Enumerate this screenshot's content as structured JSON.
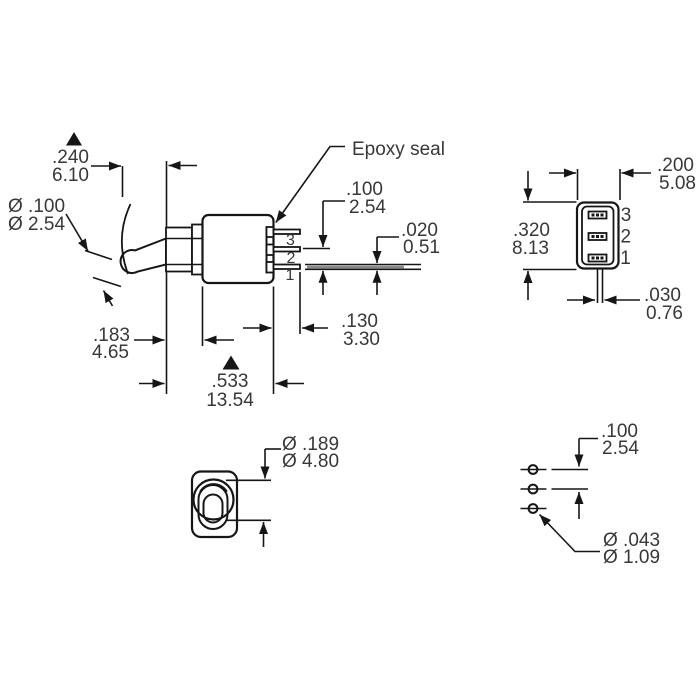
{
  "colors": {
    "line": "#161616",
    "text": "#383838",
    "background": "#ffffff",
    "pcb_strip": "#8a8a8a"
  },
  "labels": {
    "epoxy_seal": "Epoxy seal"
  },
  "dims": {
    "travel": {
      "in": ".240",
      "mm": "6.10"
    },
    "actuator_dia": {
      "in": "Ø .100",
      "mm": "Ø 2.54"
    },
    "bushing_length": {
      "in": ".183",
      "mm": "4.65"
    },
    "body_length": {
      "in": ".533",
      "mm": "13.54"
    },
    "pin_pitch": {
      "in": ".100",
      "mm": "2.54"
    },
    "terminal_thickness": {
      "in": ".020",
      "mm": "0.51"
    },
    "terminal_length": {
      "in": ".130",
      "mm": "3.30"
    },
    "rear_width": {
      "in": ".200",
      "mm": "5.08"
    },
    "rear_height": {
      "in": ".320",
      "mm": "8.13"
    },
    "slot_width": {
      "in": ".030",
      "mm": "0.76"
    },
    "bushing_dia": {
      "in": "Ø .189",
      "mm": "Ø 4.80"
    },
    "hole_pitch": {
      "in": ".100",
      "mm": "2.54"
    },
    "hole_dia": {
      "in": "Ø .043",
      "mm": "Ø 1.09"
    }
  },
  "pins": {
    "side": [
      "3",
      "2",
      "1"
    ],
    "rear": [
      "3",
      "2",
      "1"
    ]
  }
}
